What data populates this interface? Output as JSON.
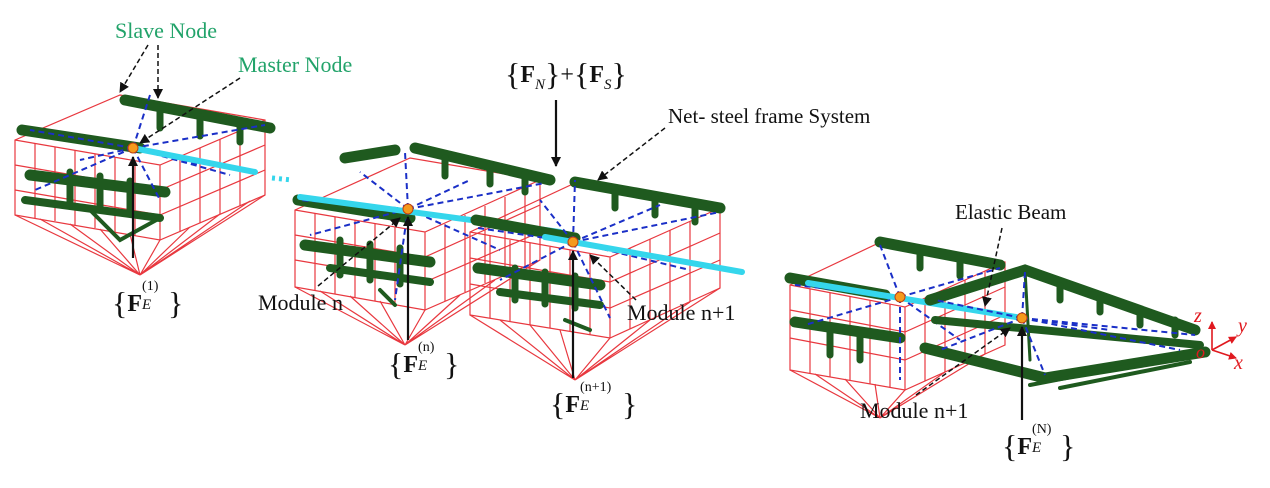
{
  "labels": {
    "slave_node": "Slave Node",
    "master_node": "Master Node",
    "net_steel_frame": "Net- steel frame System",
    "elastic_beam": "Elastic Beam",
    "module_n": "Module n",
    "module_n1_mid": "Module n+1",
    "module_n1_right": "Module n+1"
  },
  "forces": {
    "f1": {
      "letter": "F",
      "sup": "(1)",
      "sub": "E"
    },
    "fn": {
      "letter": "F",
      "sup": "(n)",
      "sub": "E"
    },
    "fn1": {
      "letter": "F",
      "sup": "(n+1)",
      "sub": "E"
    },
    "fN": {
      "letter": "F",
      "sup": "(N)",
      "sub": "E"
    },
    "top": {
      "a_letter": "F",
      "a_sub": "N",
      "plus": "+",
      "b_letter": "F",
      "b_sub": "S"
    }
  },
  "axes": {
    "z": "z",
    "y": "y",
    "x": "x",
    "o": "o"
  },
  "colors": {
    "frame_red": "#e8383f",
    "float_green": "#1f5a1f",
    "cable_blue": "#1a2fc7",
    "beam_cyan": "#35d6ec",
    "node_orange": "#f59a1c",
    "label_green": "#22a36a",
    "axis_red": "#e0191f"
  }
}
